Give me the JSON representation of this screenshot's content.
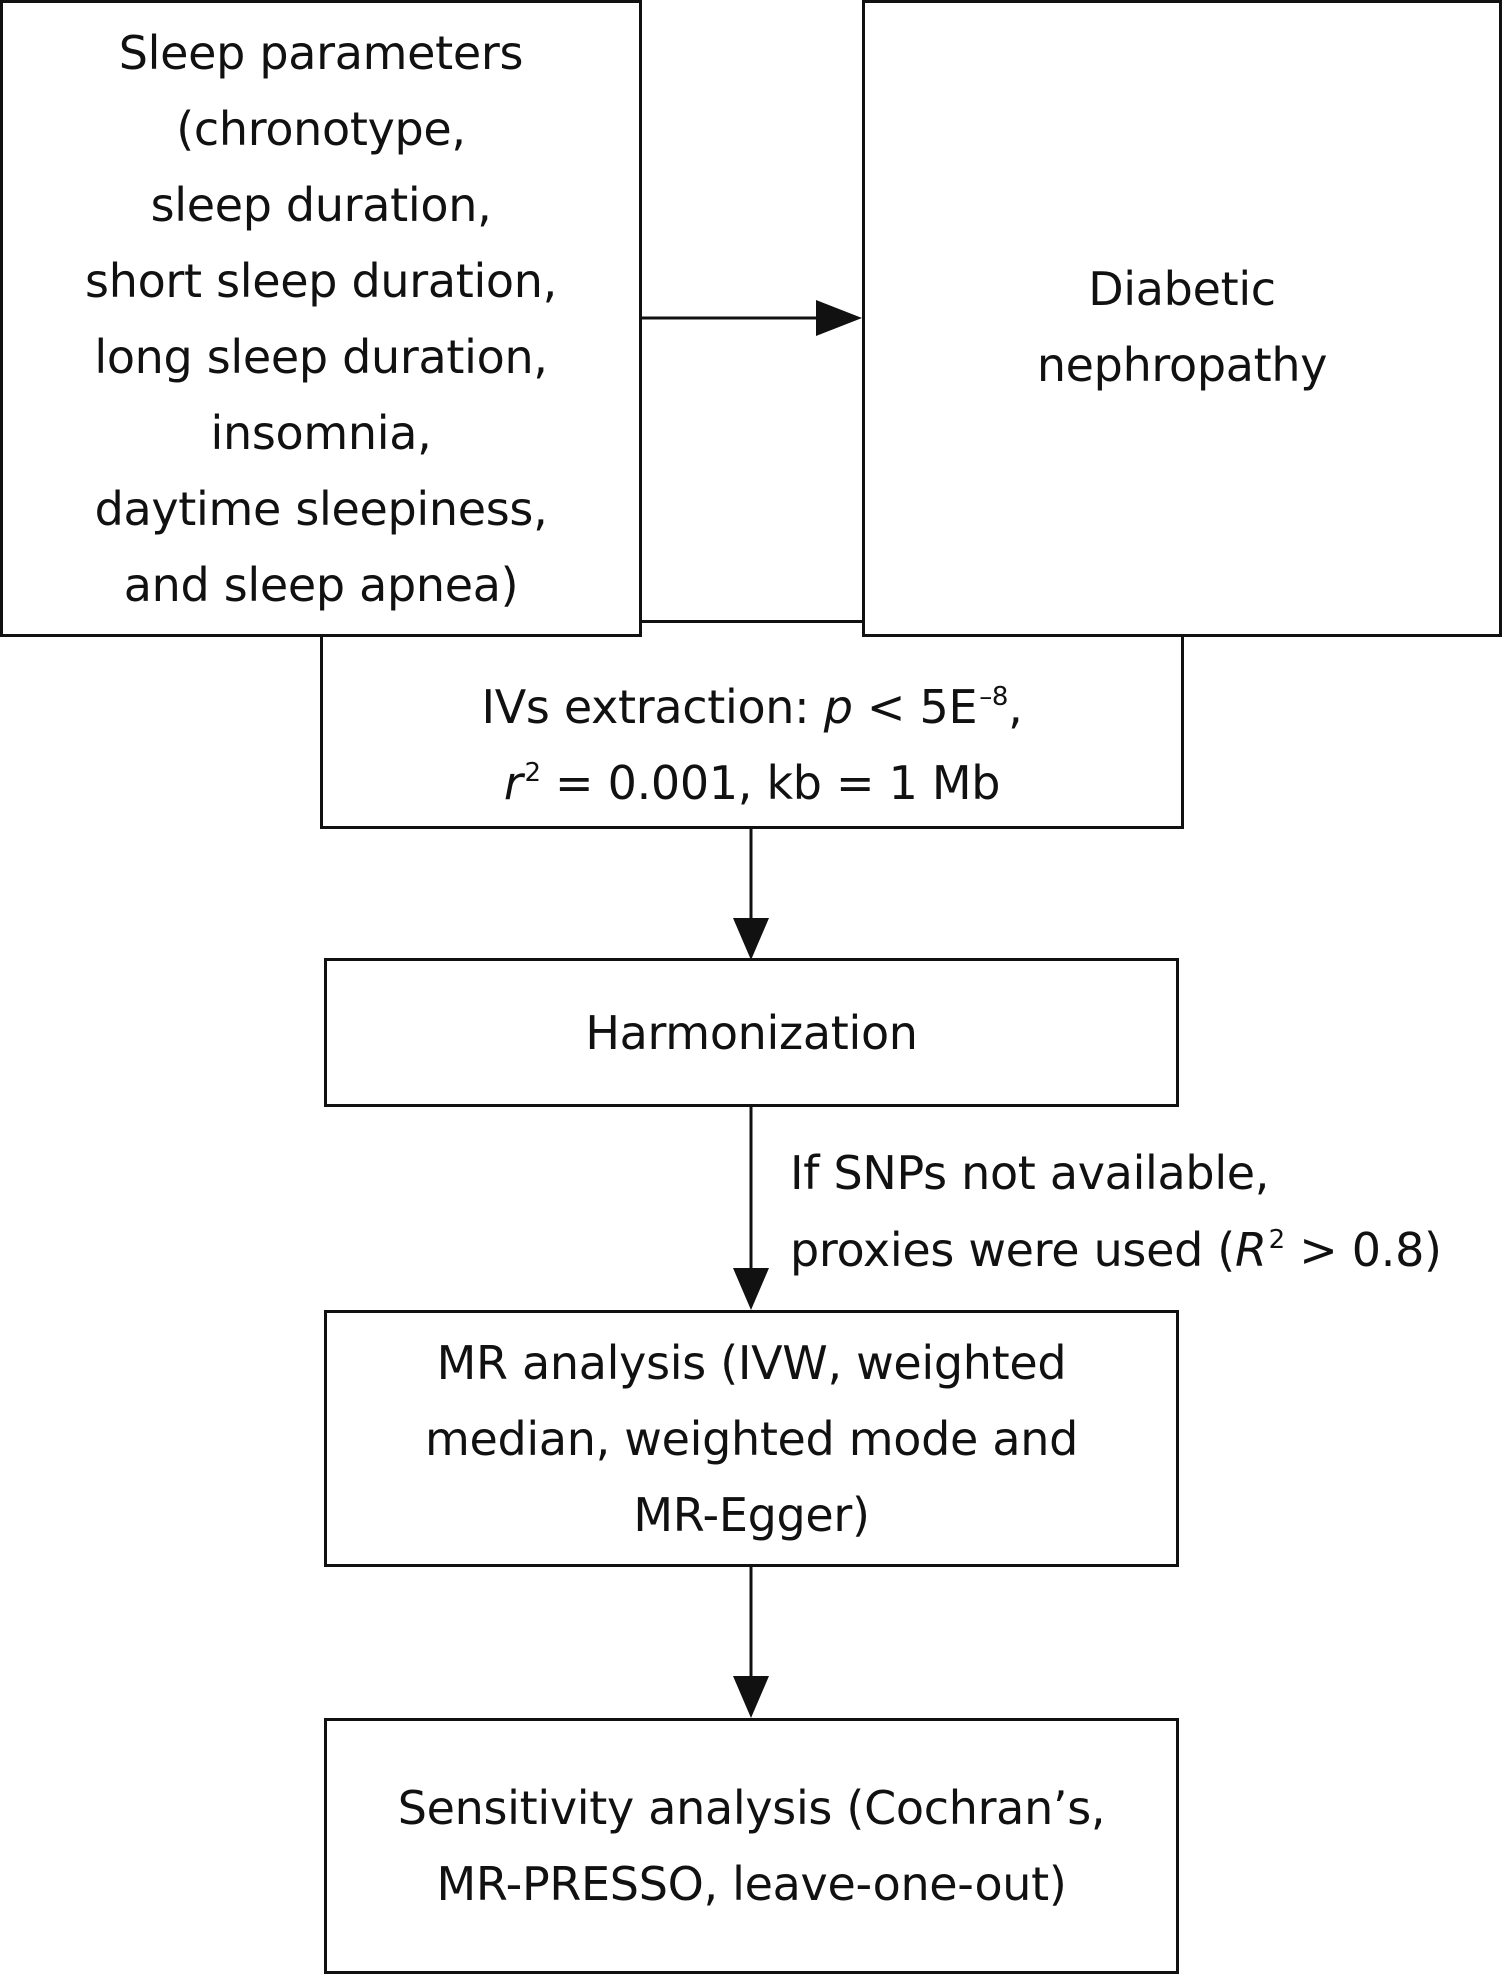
{
  "nodes": {
    "exposure": {
      "lines": [
        "Sleep parameters",
        "(chronotype,",
        "sleep duration,",
        "short sleep duration,",
        "long sleep duration,",
        "insomnia,",
        "daytime sleepiness,",
        "and sleep apnea)"
      ]
    },
    "outcome": {
      "lines": [
        "Diabetic",
        "nephropathy"
      ]
    },
    "iv_extraction": {
      "line1_prefix": "IVs extraction: ",
      "line1_p": "p",
      "line1_mid": " < 5E",
      "line1_exp": "–8",
      "line1_suffix": ",",
      "line2_r": "r",
      "line2_exp": "2",
      "line2_suffix": " = 0.001, kb = 1 Mb"
    },
    "harmonization": {
      "label": "Harmonization"
    },
    "mr_analysis": {
      "lines": [
        "MR analysis (IVW, weighted",
        "median, weighted mode and",
        "MR-Egger)"
      ]
    },
    "sensitivity": {
      "lines": [
        "Sensitivity analysis (Cochran’s,",
        "MR-PRESSO, leave-one-out)"
      ]
    }
  },
  "annotations": {
    "proxies": {
      "line1": "If SNPs not available,",
      "line2_prefix": "proxies were used (",
      "line2_R": "R",
      "line2_exp": "2",
      "line2_suffix": " > 0.8)"
    }
  }
}
